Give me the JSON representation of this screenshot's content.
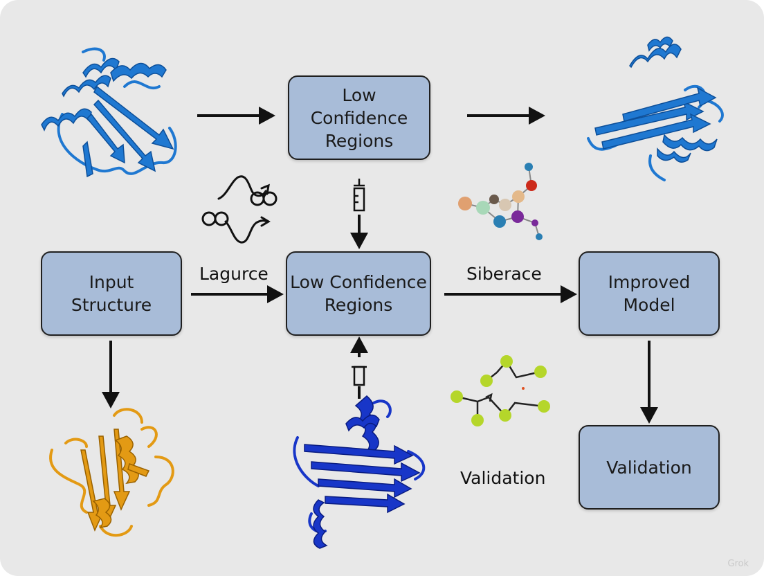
{
  "diagram": {
    "nodes": {
      "top_center": "Low\nConfidence\nRegions",
      "input": "Input\nStructure",
      "center": "Low Confidence\nRegions",
      "improved": "Improved\nModel",
      "validation_box": "Validation"
    },
    "edge_labels": {
      "input_to_center": "Lagurce",
      "center_to_improved": "Siberace",
      "validation_free": "Validation"
    },
    "watermark": "Grok"
  },
  "colors": {
    "background": "#e8e8e8",
    "box_fill": "#a8bcd8",
    "box_border": "#1f1f1f",
    "protein_blue": "#1f78d1",
    "protein_deep_blue": "#1836c8",
    "protein_orange": "#e39a14",
    "atom_green": "#b5d62a"
  },
  "icons": [
    "protein-ribbon-icon",
    "molecule-ball-stick-icon",
    "looped-arrows-icon",
    "syringe-icon"
  ]
}
